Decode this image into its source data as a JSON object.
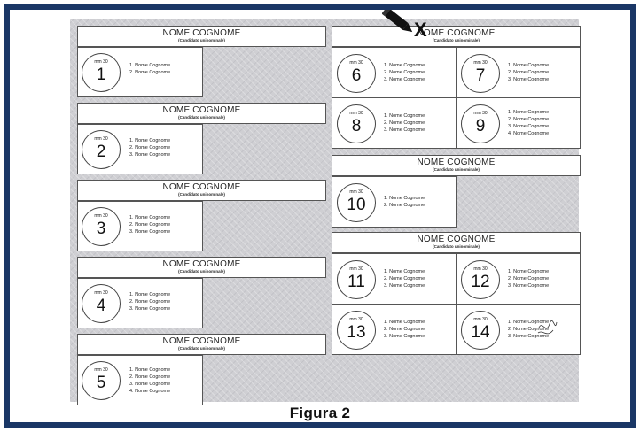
{
  "caption": "Figura 2",
  "header": {
    "name": "NOME COGNOME",
    "subtitle": "(Candidato uninominale)"
  },
  "circle_label": "mm 30",
  "colors": {
    "frame": "#1a3766",
    "background": "#cfcfd3",
    "border": "#555555"
  },
  "icons": {
    "pencil": "pencil-icon",
    "vote_mark": "x-mark-icon"
  },
  "left_column": [
    {
      "number": "1",
      "names": [
        "1. Nome Cognome",
        "2. Nome Cognome"
      ]
    },
    {
      "number": "2",
      "names": [
        "1. Nome Cognome",
        "2. Nome Cognome",
        "3. Nome Cognome"
      ]
    },
    {
      "number": "3",
      "names": [
        "1. Nome Cognome",
        "2. Nome Cognome",
        "3. Nome Cognome"
      ]
    },
    {
      "number": "4",
      "names": [
        "1. Nome Cognome",
        "2. Nome Cognome",
        "3. Nome Cognome"
      ]
    },
    {
      "number": "5",
      "names": [
        "1. Nome Cognome",
        "2. Nome Cognome",
        "3. Nome Cognome",
        "4. Nome Cognome"
      ]
    }
  ],
  "right_groups": [
    {
      "lists": [
        {
          "number": "6",
          "names": [
            "1. Nome Cognome",
            "2. Nome Cognome",
            "3. Nome Cognome"
          ]
        },
        {
          "number": "7",
          "names": [
            "1. Nome Cognome",
            "2. Nome Cognome",
            "3. Nome Cognome"
          ]
        },
        {
          "number": "8",
          "names": [
            "1. Nome Cognome",
            "2. Nome Cognome",
            "3. Nome Cognome"
          ]
        },
        {
          "number": "9",
          "names": [
            "1. Nome Cognome",
            "2. Nome Cognome",
            "3. Nome Cognome",
            "4. Nome Cognome"
          ]
        }
      ]
    },
    {
      "lists": [
        {
          "number": "10",
          "names": [
            "1. Nome Cognome",
            "2. Nome Cognome"
          ]
        }
      ]
    },
    {
      "lists": [
        {
          "number": "11",
          "names": [
            "1. Nome Cognome",
            "2. Nome Cognome",
            "3. Nome Cognome"
          ]
        },
        {
          "number": "12",
          "names": [
            "1. Nome Cognome",
            "2. Nome Cognome",
            "3. Nome Cognome"
          ]
        },
        {
          "number": "13",
          "names": [
            "1. Nome Cognome",
            "2. Nome Cognome",
            "3. Nome Cognome"
          ]
        },
        {
          "number": "14",
          "names": [
            "1. Nome Cognome",
            "2. Nome Cognome",
            "3. Nome Cognome"
          ]
        }
      ]
    }
  ]
}
